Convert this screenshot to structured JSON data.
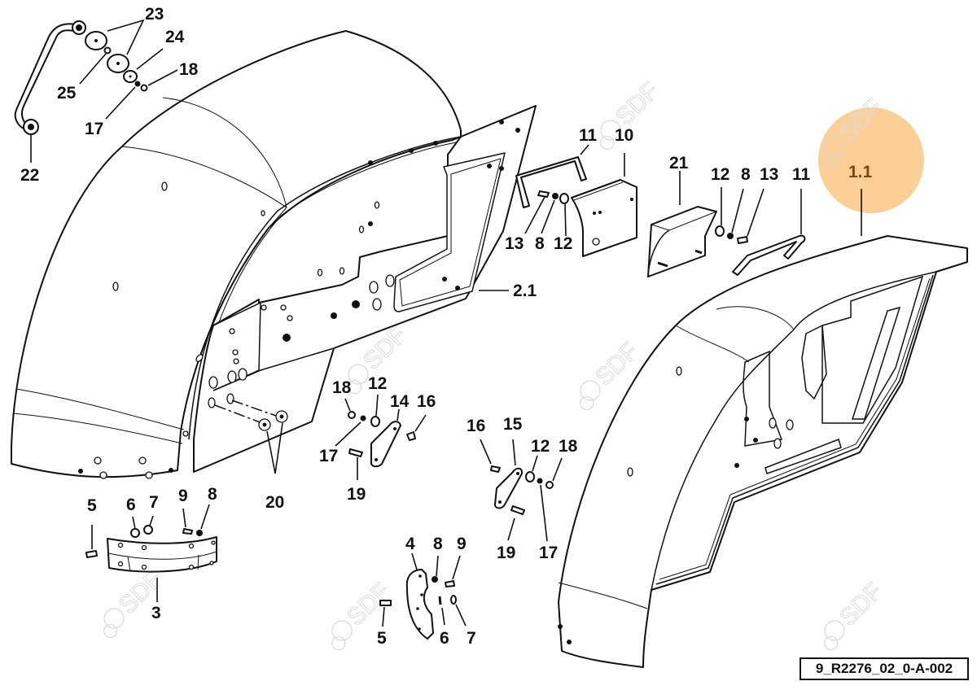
{
  "diagram": {
    "reference_code": "9_R2276_02_0-A-002",
    "watermark": "SDF",
    "highlight": {
      "label": "1.1",
      "color": "#fbcf96",
      "label_color": "#7a4a12"
    },
    "parts": [
      {
        "id": "1.1",
        "description": "right rear fender (highlighted)"
      },
      {
        "id": "2.1",
        "description": "fender inner side panel"
      },
      {
        "id": "3",
        "description": "lower curved trim plate"
      },
      {
        "id": "4",
        "description": "small curved trim plate"
      },
      {
        "id": "5",
        "description": "screw"
      },
      {
        "id": "6",
        "description": "washer"
      },
      {
        "id": "7",
        "description": "nut"
      },
      {
        "id": "8",
        "description": "washer"
      },
      {
        "id": "9",
        "description": "screw"
      },
      {
        "id": "10",
        "description": "bracket cover"
      },
      {
        "id": "11",
        "description": "U handle bracket"
      },
      {
        "id": "12",
        "description": "flat washer"
      },
      {
        "id": "13",
        "description": "bolt"
      },
      {
        "id": "14",
        "description": "left bracket plate"
      },
      {
        "id": "15",
        "description": "right bracket plate"
      },
      {
        "id": "16",
        "description": "bolt"
      },
      {
        "id": "17",
        "description": "lock washer"
      },
      {
        "id": "18",
        "description": "nut"
      },
      {
        "id": "19",
        "description": "bolt"
      },
      {
        "id": "20",
        "description": "spacers"
      },
      {
        "id": "21",
        "description": "cover plate"
      },
      {
        "id": "22",
        "description": "grab handle"
      },
      {
        "id": "23",
        "description": "rubber pads"
      },
      {
        "id": "24",
        "description": "washer"
      },
      {
        "id": "25",
        "description": "nut"
      }
    ],
    "labels": {
      "l23": "23",
      "l24": "24",
      "l18a": "18",
      "l25": "25",
      "l17a": "17",
      "l22": "22",
      "l11a": "11",
      "l10": "10",
      "l13a": "13",
      "l8a": "8",
      "l12a": "12",
      "l21": "21",
      "l12b": "12",
      "l8b": "8",
      "l13b": "13",
      "l11b": "11",
      "l1_1": "1.1",
      "l2_1": "2.1",
      "l18b": "18",
      "l12c": "12",
      "l14": "14",
      "l16a": "16",
      "l17b": "17",
      "l19a": "19",
      "l20": "20",
      "l16b": "16",
      "l15": "15",
      "l12d": "12",
      "l18c": "18",
      "l19b": "19",
      "l17c": "17",
      "l5a": "5",
      "l6a": "6",
      "l7a": "7",
      "l9a": "9",
      "l8c": "8",
      "l3": "3",
      "l4": "4",
      "l8d": "8",
      "l9b": "9",
      "l5b": "5",
      "l6b": "6",
      "l7b": "7"
    }
  }
}
